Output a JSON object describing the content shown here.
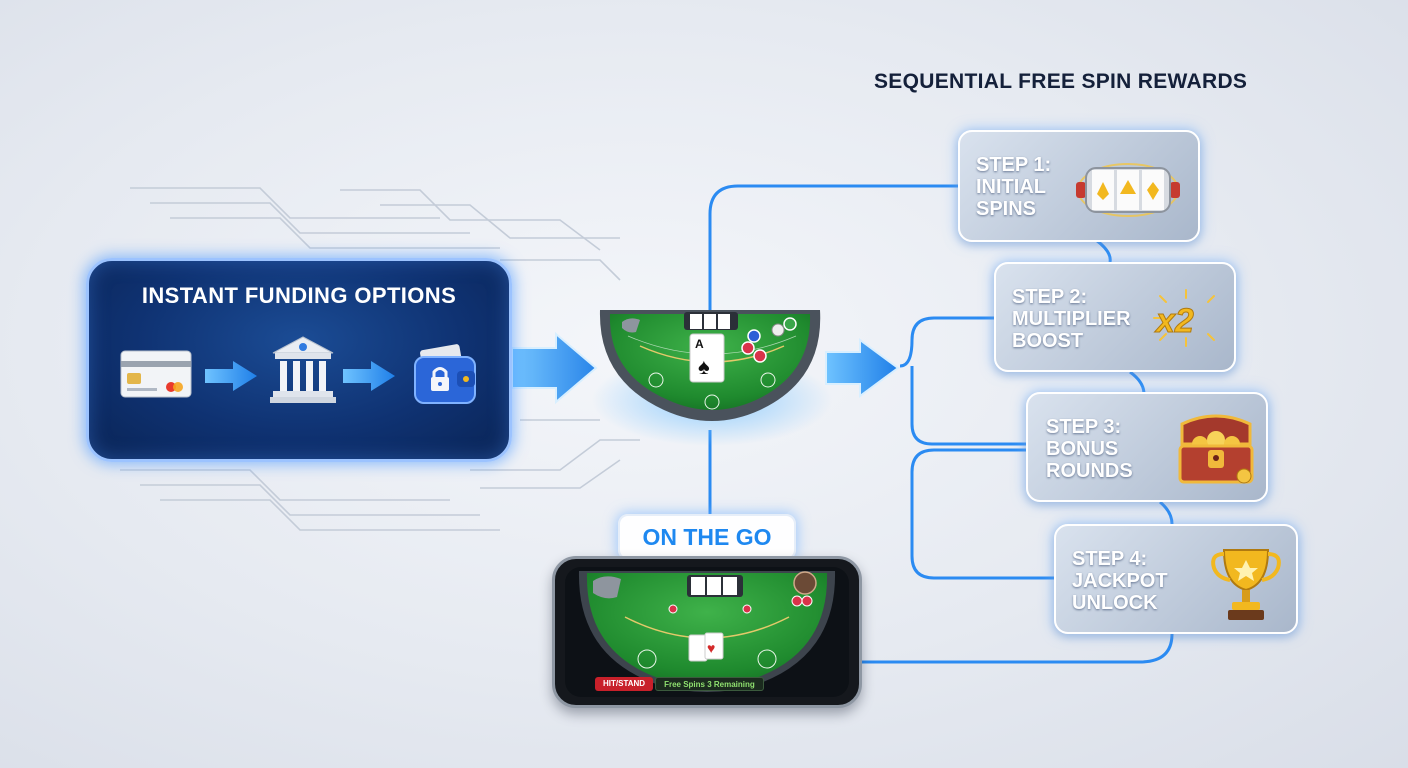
{
  "heading": "SEQUENTIAL FREE SPIN REWARDS",
  "funding": {
    "title": "INSTANT FUNDING OPTIONS",
    "icons": [
      "credit-card-icon",
      "bank-icon",
      "wallet-lock-icon"
    ]
  },
  "steps": [
    {
      "lines": [
        "STEP 1:",
        "INITIAL",
        "SPINS"
      ],
      "icon": "slot-reels-icon"
    },
    {
      "lines": [
        "STEP 2:",
        "MULTIPLIER",
        "BOOST"
      ],
      "icon": "multiplier-x2-icon",
      "badge": "x2"
    },
    {
      "lines": [
        "STEP 3:",
        "BONUS",
        "ROUNDS"
      ],
      "icon": "treasure-chest-icon"
    },
    {
      "lines": [
        "STEP 4:",
        "JACKPOT",
        "UNLOCK"
      ],
      "icon": "trophy-icon"
    }
  ],
  "mobile": {
    "badge": "ON THE GO",
    "action_label": "HIT/STAND",
    "spins_label": "Free Spins 3 Remaining"
  },
  "table_card": "A",
  "colors": {
    "accent": "#1e88f0",
    "connector": "#2b8bf2",
    "panel": "#0f3272",
    "felt": "#1f8a2e",
    "gold": "#f2b81f"
  }
}
